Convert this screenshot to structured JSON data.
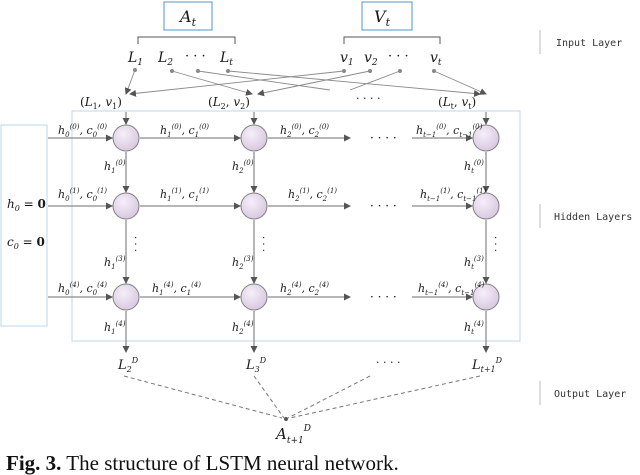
{
  "header": {
    "a_label": "A_t",
    "v_label": "V_t"
  },
  "side_labels": {
    "input": "Input Layer",
    "hidden": "Hidden Layers",
    "output": "Output Layer"
  },
  "inputs": {
    "l1": "L",
    "l2": "L",
    "lt": "L",
    "v1": "v",
    "v2": "v",
    "vt": "v",
    "dots": "· · ·"
  },
  "pairs": {
    "p1": "(L₁, v₁)",
    "p2": "(L₂, v₂)",
    "pt": "(Lₜ, vₜ)",
    "dots": "· · · ·"
  },
  "init": {
    "h0": "h₀ = 0",
    "c0": "c₀ = 0"
  },
  "row_dots": "· · · ·",
  "col_dots": "·  ·  ·",
  "output_dots": "· · · ·",
  "caption": {
    "bold": "Fig. 3.",
    "text": " The structure of LSTM neural network."
  },
  "colors": {
    "node_fill": "#e7d9ec",
    "line": "#6e6e6e",
    "box": "#bcd6ea"
  },
  "icons": [
    "arrow-head",
    "lstm-cell-circle",
    "bracket"
  ]
}
